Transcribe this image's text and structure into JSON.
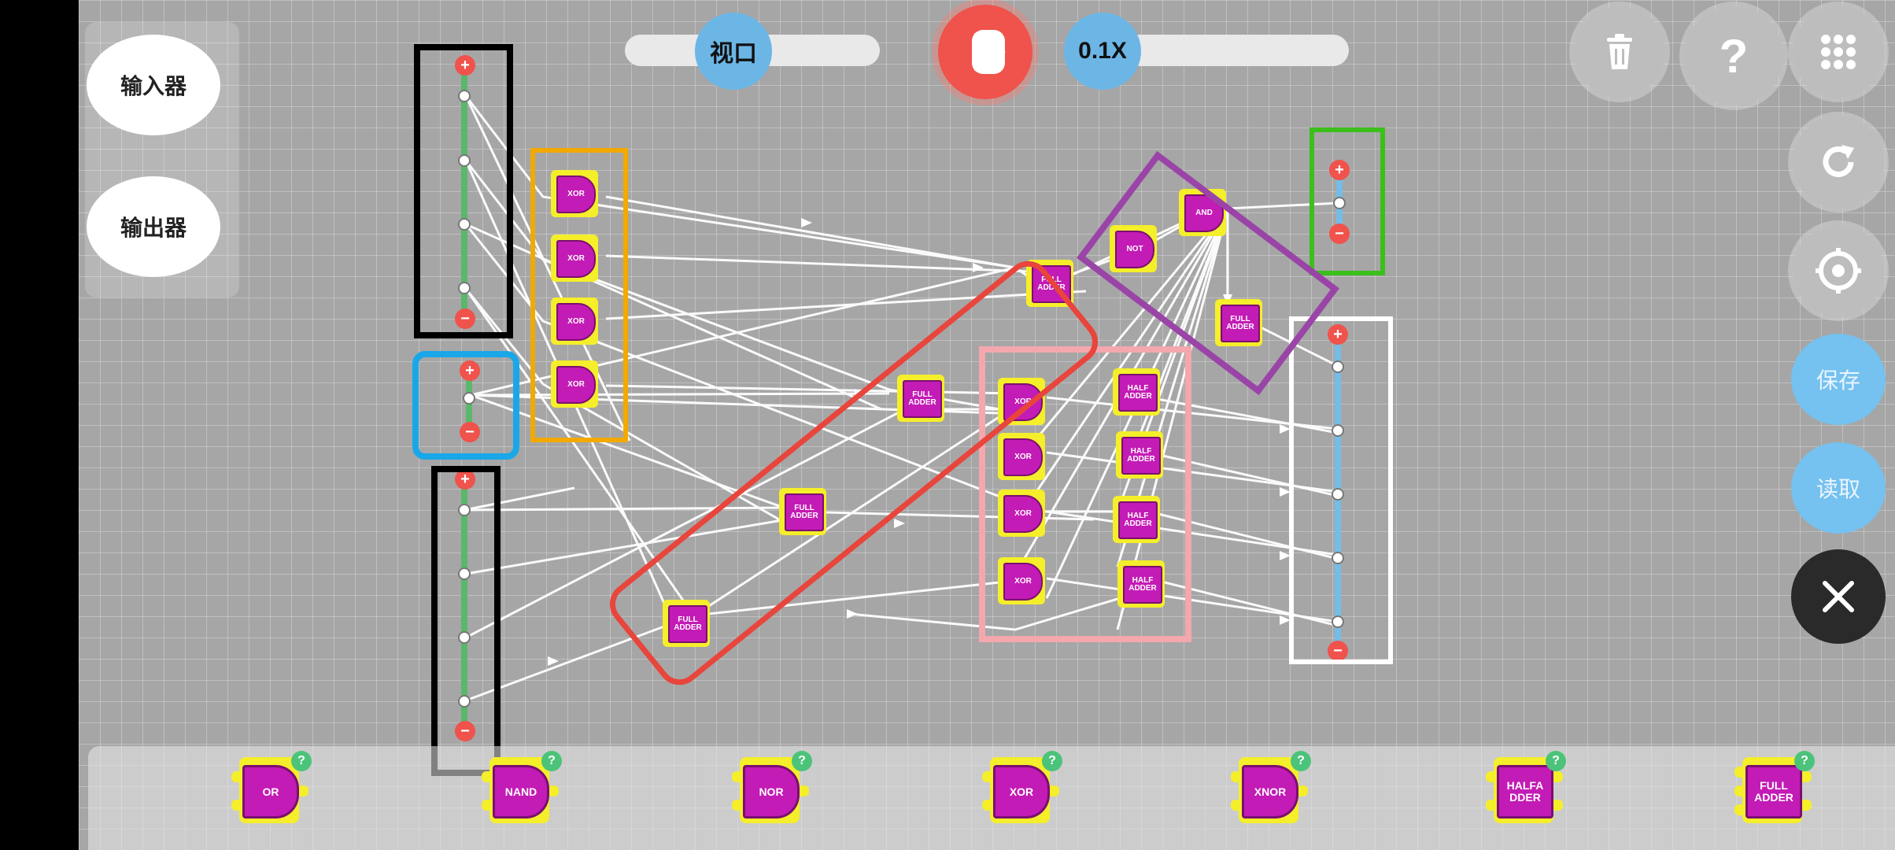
{
  "app": {
    "title": ""
  },
  "left_panel": {
    "input_label": "输入器",
    "output_label": "输出器"
  },
  "top_bar": {
    "view_label": "视口",
    "speed_label": "0.1X"
  },
  "right_panel": {
    "save_label": "保存",
    "load_label": "读取"
  },
  "palette": [
    {
      "label": "OR",
      "help": "?"
    },
    {
      "label": "NAND",
      "help": "?"
    },
    {
      "label": "NOR",
      "help": "?"
    },
    {
      "label": "XOR",
      "help": "?"
    },
    {
      "label": "XNOR",
      "help": "?"
    },
    {
      "label": "HALFA DDER",
      "help": "?"
    },
    {
      "label": "FULL ADDER",
      "help": "?"
    }
  ],
  "circuit": {
    "xor_column": [
      "XOR",
      "XOR",
      "XOR",
      "XOR"
    ],
    "full_adders": [
      "FULL ADDER",
      "FULL ADDER",
      "FULL ADDER",
      "FULL ADDER",
      "FULL ADDER"
    ],
    "not_gate": "NOT",
    "and_gate": "AND",
    "xor_group": [
      "XOR",
      "XOR",
      "XOR",
      "XOR"
    ],
    "half_adders": [
      "HALF ADDER",
      "HALF ADDER",
      "HALF ADDER",
      "HALF ADDER"
    ]
  },
  "colors": {
    "canvas": "#a6a6a6",
    "accent_red": "#f0524c",
    "accent_blue": "#6cb6e6",
    "chip_yellow": "#f5ee2a",
    "gate_magenta": "#c31bb5",
    "highlight_black": "#000000",
    "highlight_cyan": "#1aa7e8",
    "highlight_orange": "#f2a900",
    "highlight_red": "#e8453c",
    "highlight_purple": "#9a44a8",
    "highlight_pink": "#f4a7ad",
    "highlight_green": "#3bbf1b",
    "highlight_white": "#ffffff"
  },
  "icons": [
    "play-icon",
    "trash-icon",
    "help-icon",
    "grid-icon",
    "refresh-icon",
    "settings-icon",
    "close-icon"
  ]
}
